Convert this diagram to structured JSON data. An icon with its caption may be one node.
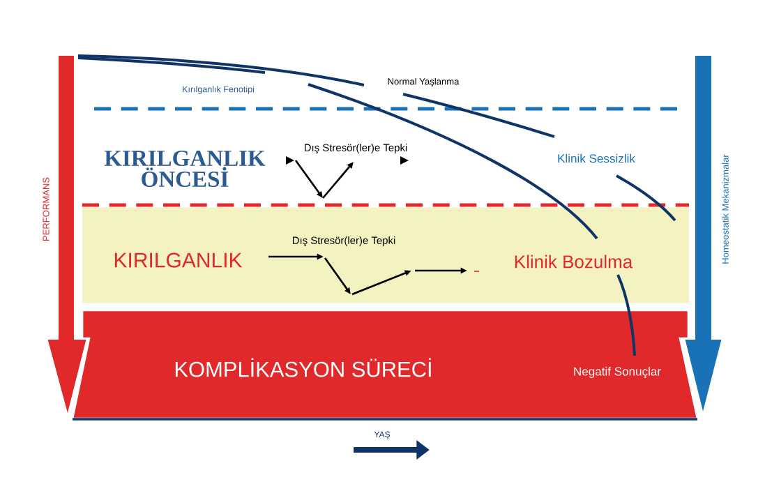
{
  "diagram": {
    "nodes": [
      {
        "text": [
          "KIRILGANLIK",
          "Klinik Bozulma"
        ]
      },
      {
        "text": [
          "KOMPLİKASYON SÜRECİ",
          "Negatif Sonuçlar"
        ]
      }
    ],
    "labels": [
      "Normal Yaşlanma",
      "Kırılganlık Fenotipi",
      "KIRILGANLIK ÖNCESİ",
      "Dış Stresör(ler)e Tepki",
      "Klinik Sessizlik",
      "PERFORMANS",
      "Homeostatik Mekanizmalar",
      "Dış Stresör(ler)e Tepki",
      "YAŞ"
    ]
  }
}
